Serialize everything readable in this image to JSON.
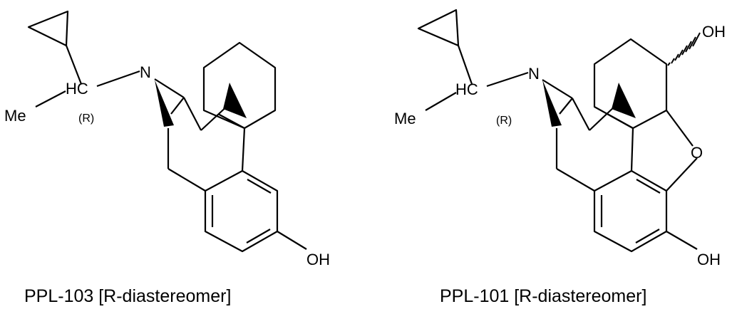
{
  "molecules": [
    {
      "caption": "PPL-103 [R-diastereomer]",
      "labels": {
        "n": "N",
        "hc": "HC",
        "me": "Me",
        "stereo": "(R)",
        "oh": "OH"
      }
    },
    {
      "caption": "PPL-101 [R-diastereomer]",
      "labels": {
        "n": "N",
        "hc": "HC",
        "me": "Me",
        "stereo": "(R)",
        "oh_top": "OH",
        "o": "O",
        "oh": "OH"
      }
    }
  ]
}
